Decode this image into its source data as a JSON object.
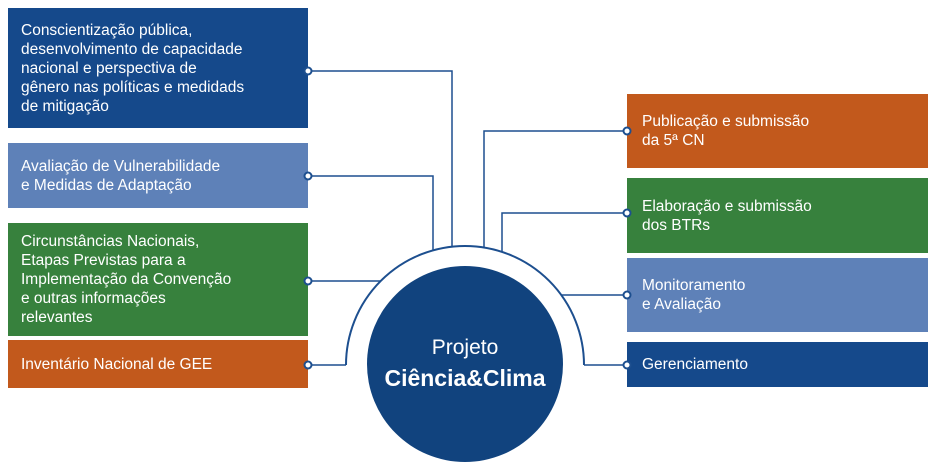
{
  "center": {
    "title_line1": "Projeto",
    "title_line2": "Ciência&Clima"
  },
  "left_boxes": [
    {
      "id": "awareness",
      "label": "Conscientização pública,\ndesenvolvimento de capacidade\nnacional e perspectiva de\ngênero nas políticas e medidads\nde mitigação",
      "color": "#15498B"
    },
    {
      "id": "vulnerability",
      "label": "Avaliação de Vulnerabilidade\ne Medidas de Adaptação",
      "color": "#5E81B8"
    },
    {
      "id": "circumstances",
      "label": "Circunstâncias Nacionais,\nEtapas Previstas para a\nImplementação da Convenção\ne outras informações\nrelevantes",
      "color": "#37813D"
    },
    {
      "id": "ghg-inventory",
      "label": "Inventário Nacional de GEE",
      "color": "#C2591C"
    }
  ],
  "right_boxes": [
    {
      "id": "publication",
      "label": "Publicação e submissão\nda 5ª CN",
      "color": "#C2591C"
    },
    {
      "id": "btrs",
      "label": "Elaboração e submissão\ndos BTRs",
      "color": "#37813D"
    },
    {
      "id": "monitoring",
      "label": "Monitoramento\ne Avaliação",
      "color": "#5E81B8"
    },
    {
      "id": "management",
      "label": "Gerenciamento",
      "color": "#15498B"
    }
  ],
  "colors": {
    "dark_blue": "#15498B",
    "light_blue": "#5E81B8",
    "green": "#37813D",
    "orange": "#C2591C",
    "center_circle_fill": "#11437E",
    "connector_line": "#1D4F8F",
    "text": "#FFFFFF"
  }
}
